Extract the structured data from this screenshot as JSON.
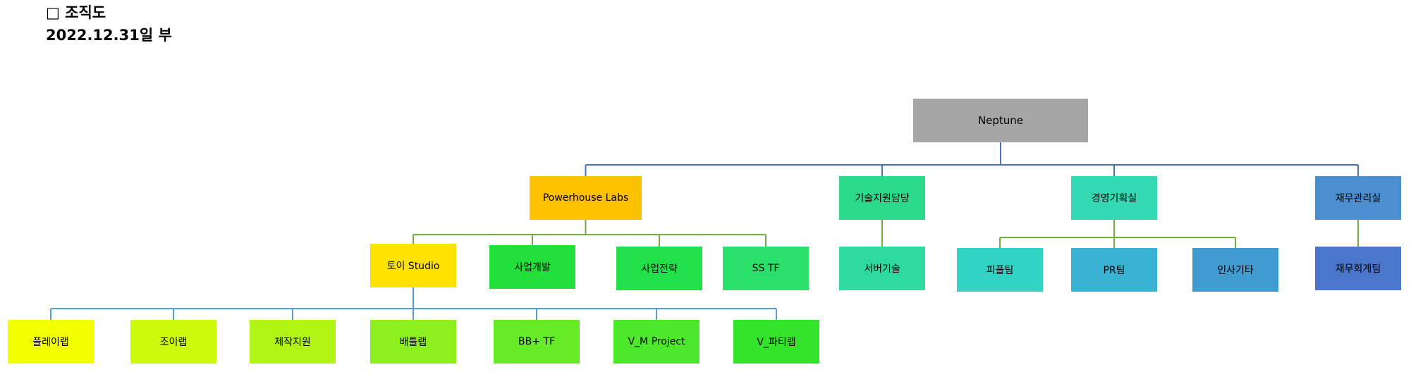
{
  "header": {
    "title": "□ 조직도",
    "date": "2022.12.31일 부"
  },
  "nodes": [
    {
      "id": "root",
      "label": "Neptune",
      "color": "#a5a5a5"
    },
    {
      "id": "powerhouse",
      "label": "Powerhouse Labs",
      "color": "#ffc000"
    },
    {
      "id": "tech-support",
      "label": "기술지원담당",
      "color": "#2ad98a"
    },
    {
      "id": "management-planning",
      "label": "경영기획실",
      "color": "#33d9b2"
    },
    {
      "id": "finance-office",
      "label": "재무관리실",
      "color": "#4a8ed0"
    },
    {
      "id": "toy-studio",
      "label": "토이 Studio",
      "color": "#ffe200"
    },
    {
      "id": "biz-dev",
      "label": "사업개발",
      "color": "#22e03a"
    },
    {
      "id": "biz-strategy",
      "label": "사업전략",
      "color": "#22e04a"
    },
    {
      "id": "ss-tf",
      "label": "SS TF",
      "color": "#2ae06a"
    },
    {
      "id": "server-tech",
      "label": "서버기술",
      "color": "#2ed9a0"
    },
    {
      "id": "people-team",
      "label": "피플팀",
      "color": "#33d3c3"
    },
    {
      "id": "pr-team",
      "label": "PR팀",
      "color": "#3ab2d3"
    },
    {
      "id": "hr-etc",
      "label": "인사기타",
      "color": "#3f9bd0"
    },
    {
      "id": "finance-accounting",
      "label": "재무회계팀",
      "color": "#4a76cc"
    },
    {
      "id": "play-lab",
      "label": "플레이랩",
      "color": "#f2ff00"
    },
    {
      "id": "joy-lab",
      "label": "조이랩",
      "color": "#ccfa0a"
    },
    {
      "id": "production-support",
      "label": "제작지원",
      "color": "#b2f414"
    },
    {
      "id": "battle-lab",
      "label": "배틀랩",
      "color": "#8cf01e"
    },
    {
      "id": "bb-plus-tf",
      "label": "BB+ TF",
      "color": "#66ec26"
    },
    {
      "id": "vm-project",
      "label": "V_M Project",
      "color": "#4ee82a"
    },
    {
      "id": "v-party-lab",
      "label": "V_파티랩",
      "color": "#34e42a"
    }
  ],
  "edges": [
    {
      "from": "root",
      "to": [
        "powerhouse",
        "tech-support",
        "management-planning",
        "finance-office"
      ],
      "color": "#4472c4"
    },
    {
      "from": "powerhouse",
      "to": [
        "toy-studio",
        "biz-dev",
        "biz-strategy",
        "ss-tf"
      ],
      "color": "#70ad47"
    },
    {
      "from": "tech-support",
      "to": [
        "server-tech"
      ],
      "color": "#70ad47"
    },
    {
      "from": "management-planning",
      "to": [
        "people-team",
        "pr-team",
        "hr-etc"
      ],
      "color": "#70ad47"
    },
    {
      "from": "finance-office",
      "to": [
        "finance-accounting"
      ],
      "color": "#70ad47"
    },
    {
      "from": "toy-studio",
      "to": [
        "play-lab",
        "joy-lab",
        "production-support",
        "battle-lab",
        "bb-plus-tf",
        "vm-project",
        "v-party-lab"
      ],
      "color": "#5b9bd5"
    }
  ]
}
